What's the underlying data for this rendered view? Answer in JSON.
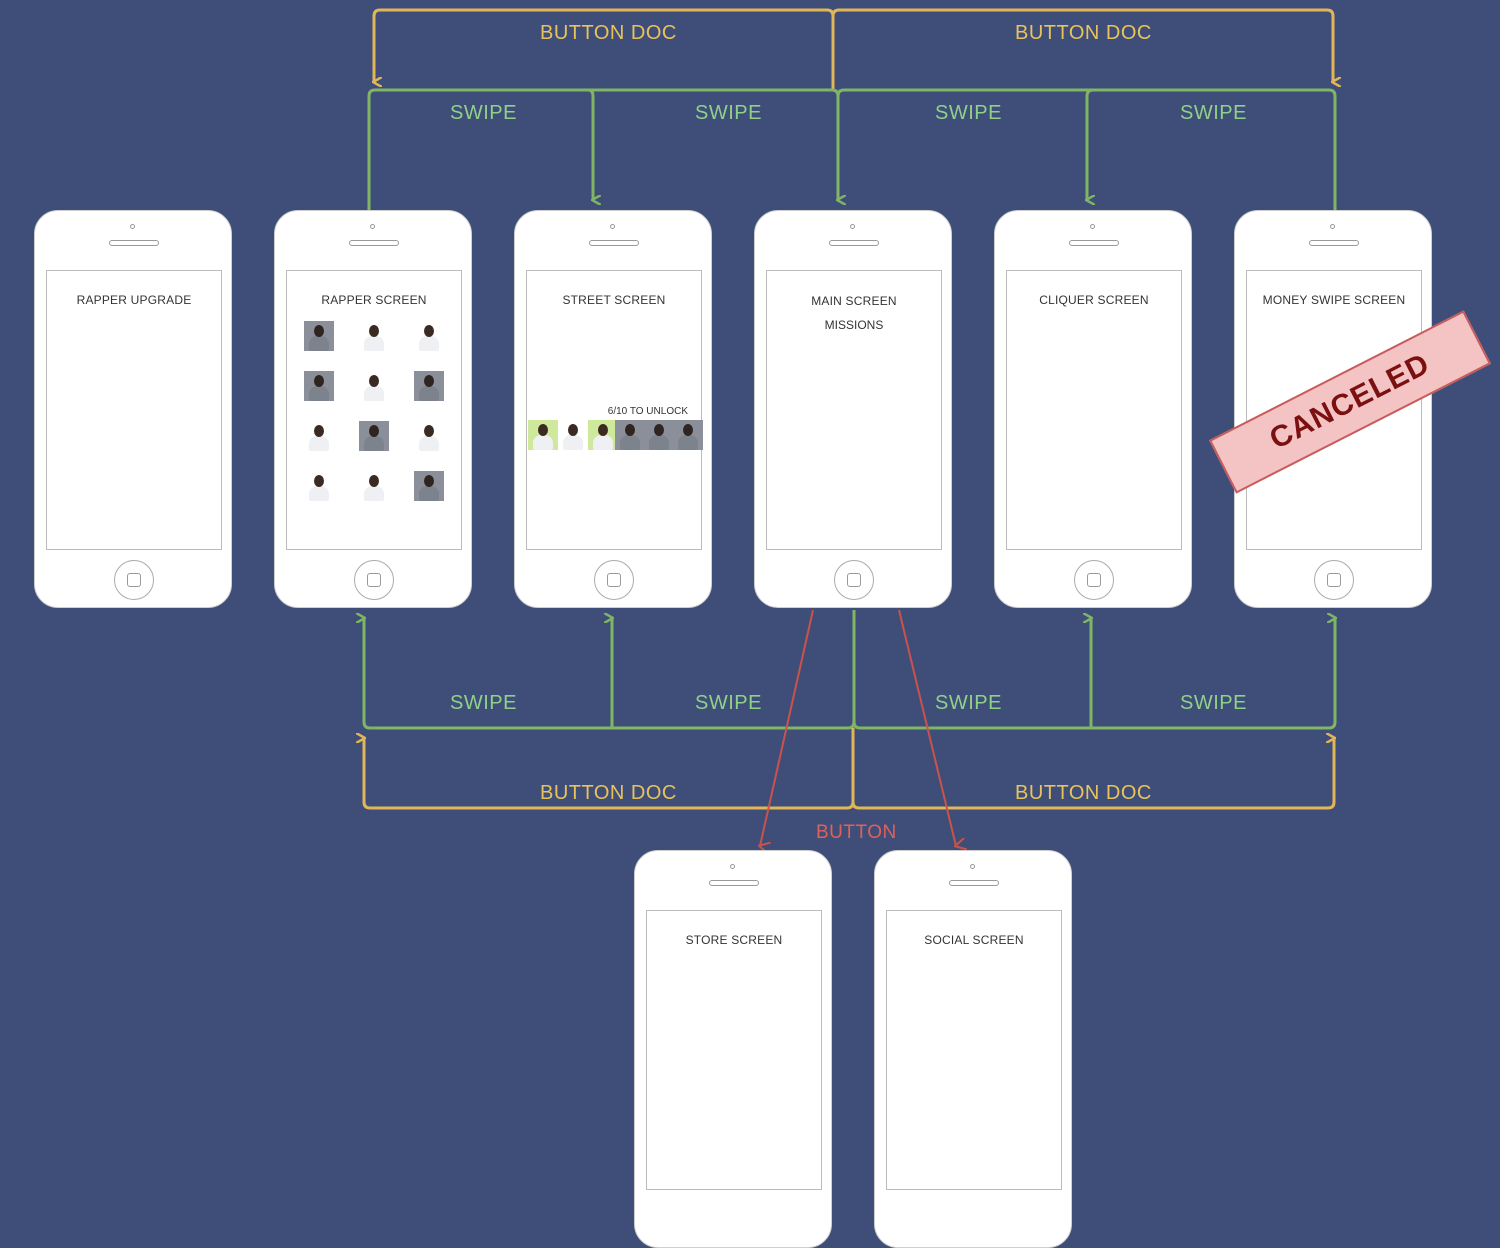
{
  "labels": {
    "button_doc": "BUTTON DOC",
    "swipe": "SWIPE",
    "button": "BUTTON",
    "canceled": "CANCELED",
    "unlock": "6/10 TO UNLOCK"
  },
  "phones": {
    "rapper_upgrade": {
      "title": "RAPPER UPGRADE"
    },
    "rapper_screen": {
      "title": "RAPPER SCREEN"
    },
    "street_screen": {
      "title": "STREET SCREEN"
    },
    "main_screen": {
      "title": "MAIN SCREEN",
      "subtitle": "MISSIONS"
    },
    "cliquer_screen": {
      "title": "CLIQUER SCREEN"
    },
    "money_swipe_screen": {
      "title": "MONEY SWIPE SCREEN"
    },
    "store_screen": {
      "title": "STORE SCREEN"
    },
    "social_screen": {
      "title": "SOCIAL SCREEN"
    }
  },
  "rapper_grid": [
    [
      "locked",
      "unlocked",
      "unlocked"
    ],
    [
      "locked",
      "unlocked",
      "locked"
    ],
    [
      "unlocked",
      "locked",
      "unlocked"
    ],
    [
      "unlocked",
      "unlocked",
      "locked"
    ]
  ],
  "street_strip": [
    "green",
    "unlocked",
    "green",
    "locked",
    "locked",
    "locked"
  ],
  "colors": {
    "background": "#3f4e79",
    "button_doc_arrow": "#e0b657",
    "swipe_arrow": "#7fb565",
    "button_arrow": "#c9534c"
  }
}
